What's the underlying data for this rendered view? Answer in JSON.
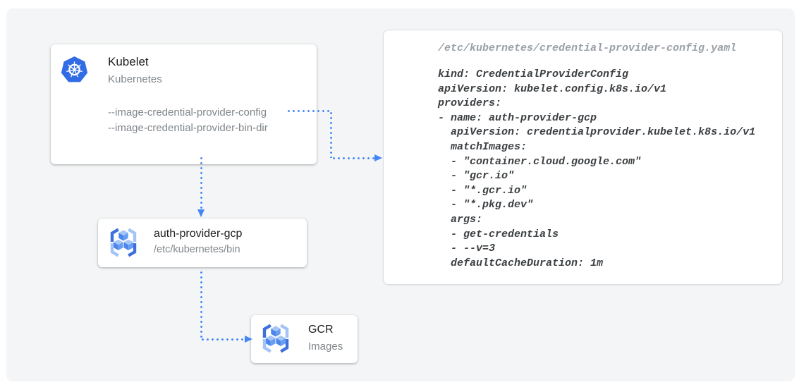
{
  "colors": {
    "canvas_bg": "#f4f5f6",
    "accent_blue": "#4285f4",
    "kubernetes_blue": "#326ce5",
    "title_text": "#212121",
    "muted_text": "#80868b",
    "code_text": "#3c4043",
    "code_path_text": "#9aa0a6"
  },
  "nodes": {
    "kubelet": {
      "icon": "kubernetes-icon",
      "title": "Kubelet",
      "subtitle": "Kubernetes",
      "flags": [
        "--image-credential-provider-config",
        "--image-credential-provider-bin-dir"
      ]
    },
    "auth_provider": {
      "icon": "gcr-icon",
      "title": "auth-provider-gcp",
      "subtitle": "/etc/kubernetes/bin"
    },
    "gcr": {
      "icon": "gcr-icon",
      "title": "GCR",
      "subtitle": "Images"
    }
  },
  "config_file": {
    "path": "/etc/kubernetes/credential-provider-config.yaml",
    "code": "kind: CredentialProviderConfig\napiVersion: kubelet.config.k8s.io/v1\nproviders:\n- name: auth-provider-gcp\n  apiVersion: credentialprovider.kubelet.k8s.io/v1\n  matchImages:\n  - \"container.cloud.google.com\"\n  - \"gcr.io\"\n  - \"*.gcr.io\"\n  - \"*.pkg.dev\"\n  args:\n  - get-credentials\n  - --v=3\n  defaultCacheDuration: 1m"
  },
  "connectors": [
    "kubelet-config-flag to credential-provider-config.yaml",
    "kubelet to auth-provider-gcp",
    "auth-provider-gcp to GCR"
  ]
}
